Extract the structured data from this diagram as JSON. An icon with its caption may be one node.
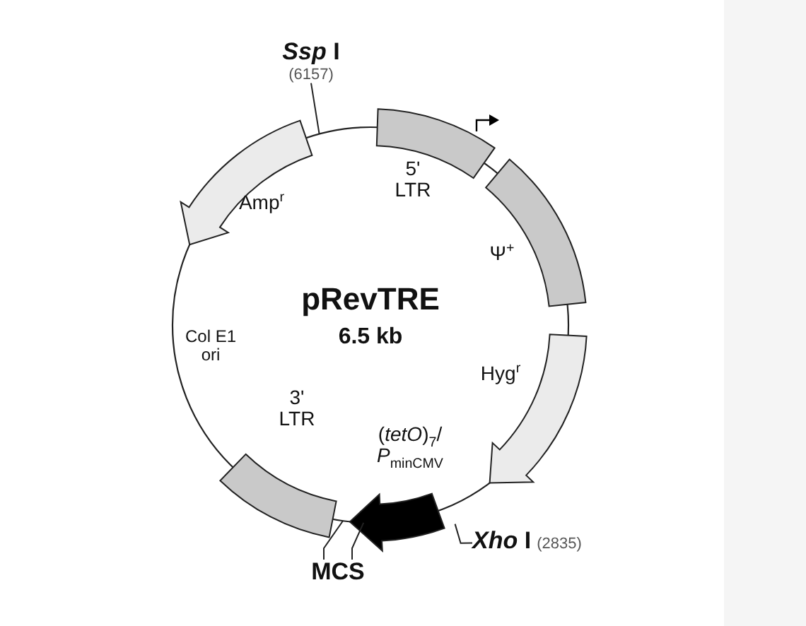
{
  "diagram": {
    "title": "pRevTRE",
    "nodes": [
      {
        "text": [
          "*Ssp* I",
          "(6157)"
        ]
      },
      {
        "text": [
          "Amp$^{r}$"
        ]
      },
      {
        "text": [
          "5' LTR"
        ]
      },
      {
        "text": [
          "Ψ$^{+}$"
        ]
      },
      {
        "text": [
          "Hyg$^{r}$"
        ]
      },
      {
        "text": [
          "(*tetO*)$_{7}$/ *P*$_{minCMV}$"
        ]
      },
      {
        "text": [
          "3' LTR"
        ]
      },
      {
        "text": [
          "*Xho* I",
          "(2835)"
        ]
      },
      {
        "text": [
          "MCS"
        ]
      }
    ],
    "edges": [
      {
        "from": 0,
        "to": null,
        "arrow": "none"
      },
      {
        "from": 7,
        "to": null,
        "arrow": "none"
      },
      {
        "from": 8,
        "to": null,
        "arrow": "none"
      },
      {
        "from": 8,
        "to": null,
        "arrow": "none"
      }
    ],
    "labels": [
      "6.5 kb",
      "Col E1 ori"
    ]
  }
}
